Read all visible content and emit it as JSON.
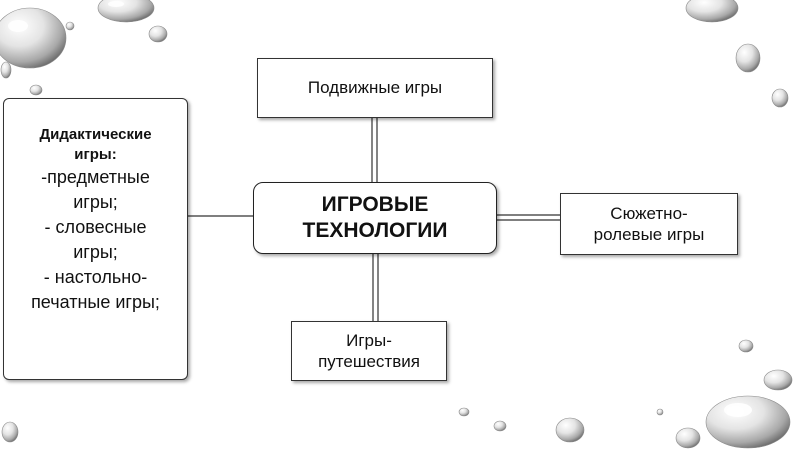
{
  "diagram": {
    "center": {
      "line1": "ИГРОВЫЕ",
      "line2": "ТЕХНОЛОГИИ"
    },
    "top": {
      "text": "Подвижные игры"
    },
    "right": {
      "line1": "Сюжетно-",
      "line2": "ролевые игры"
    },
    "bottom": {
      "line1": "Игры-",
      "line2": "путешествия"
    },
    "left": {
      "head1": "Дидактические",
      "head2": "игры:",
      "items": [
        "-предметные",
        "игры;",
        "- словесные",
        "игры;",
        "- настольно-",
        "печатные игры;"
      ]
    }
  },
  "colors": {
    "border": "#333333",
    "background": "#ffffff",
    "text": "#111111"
  }
}
